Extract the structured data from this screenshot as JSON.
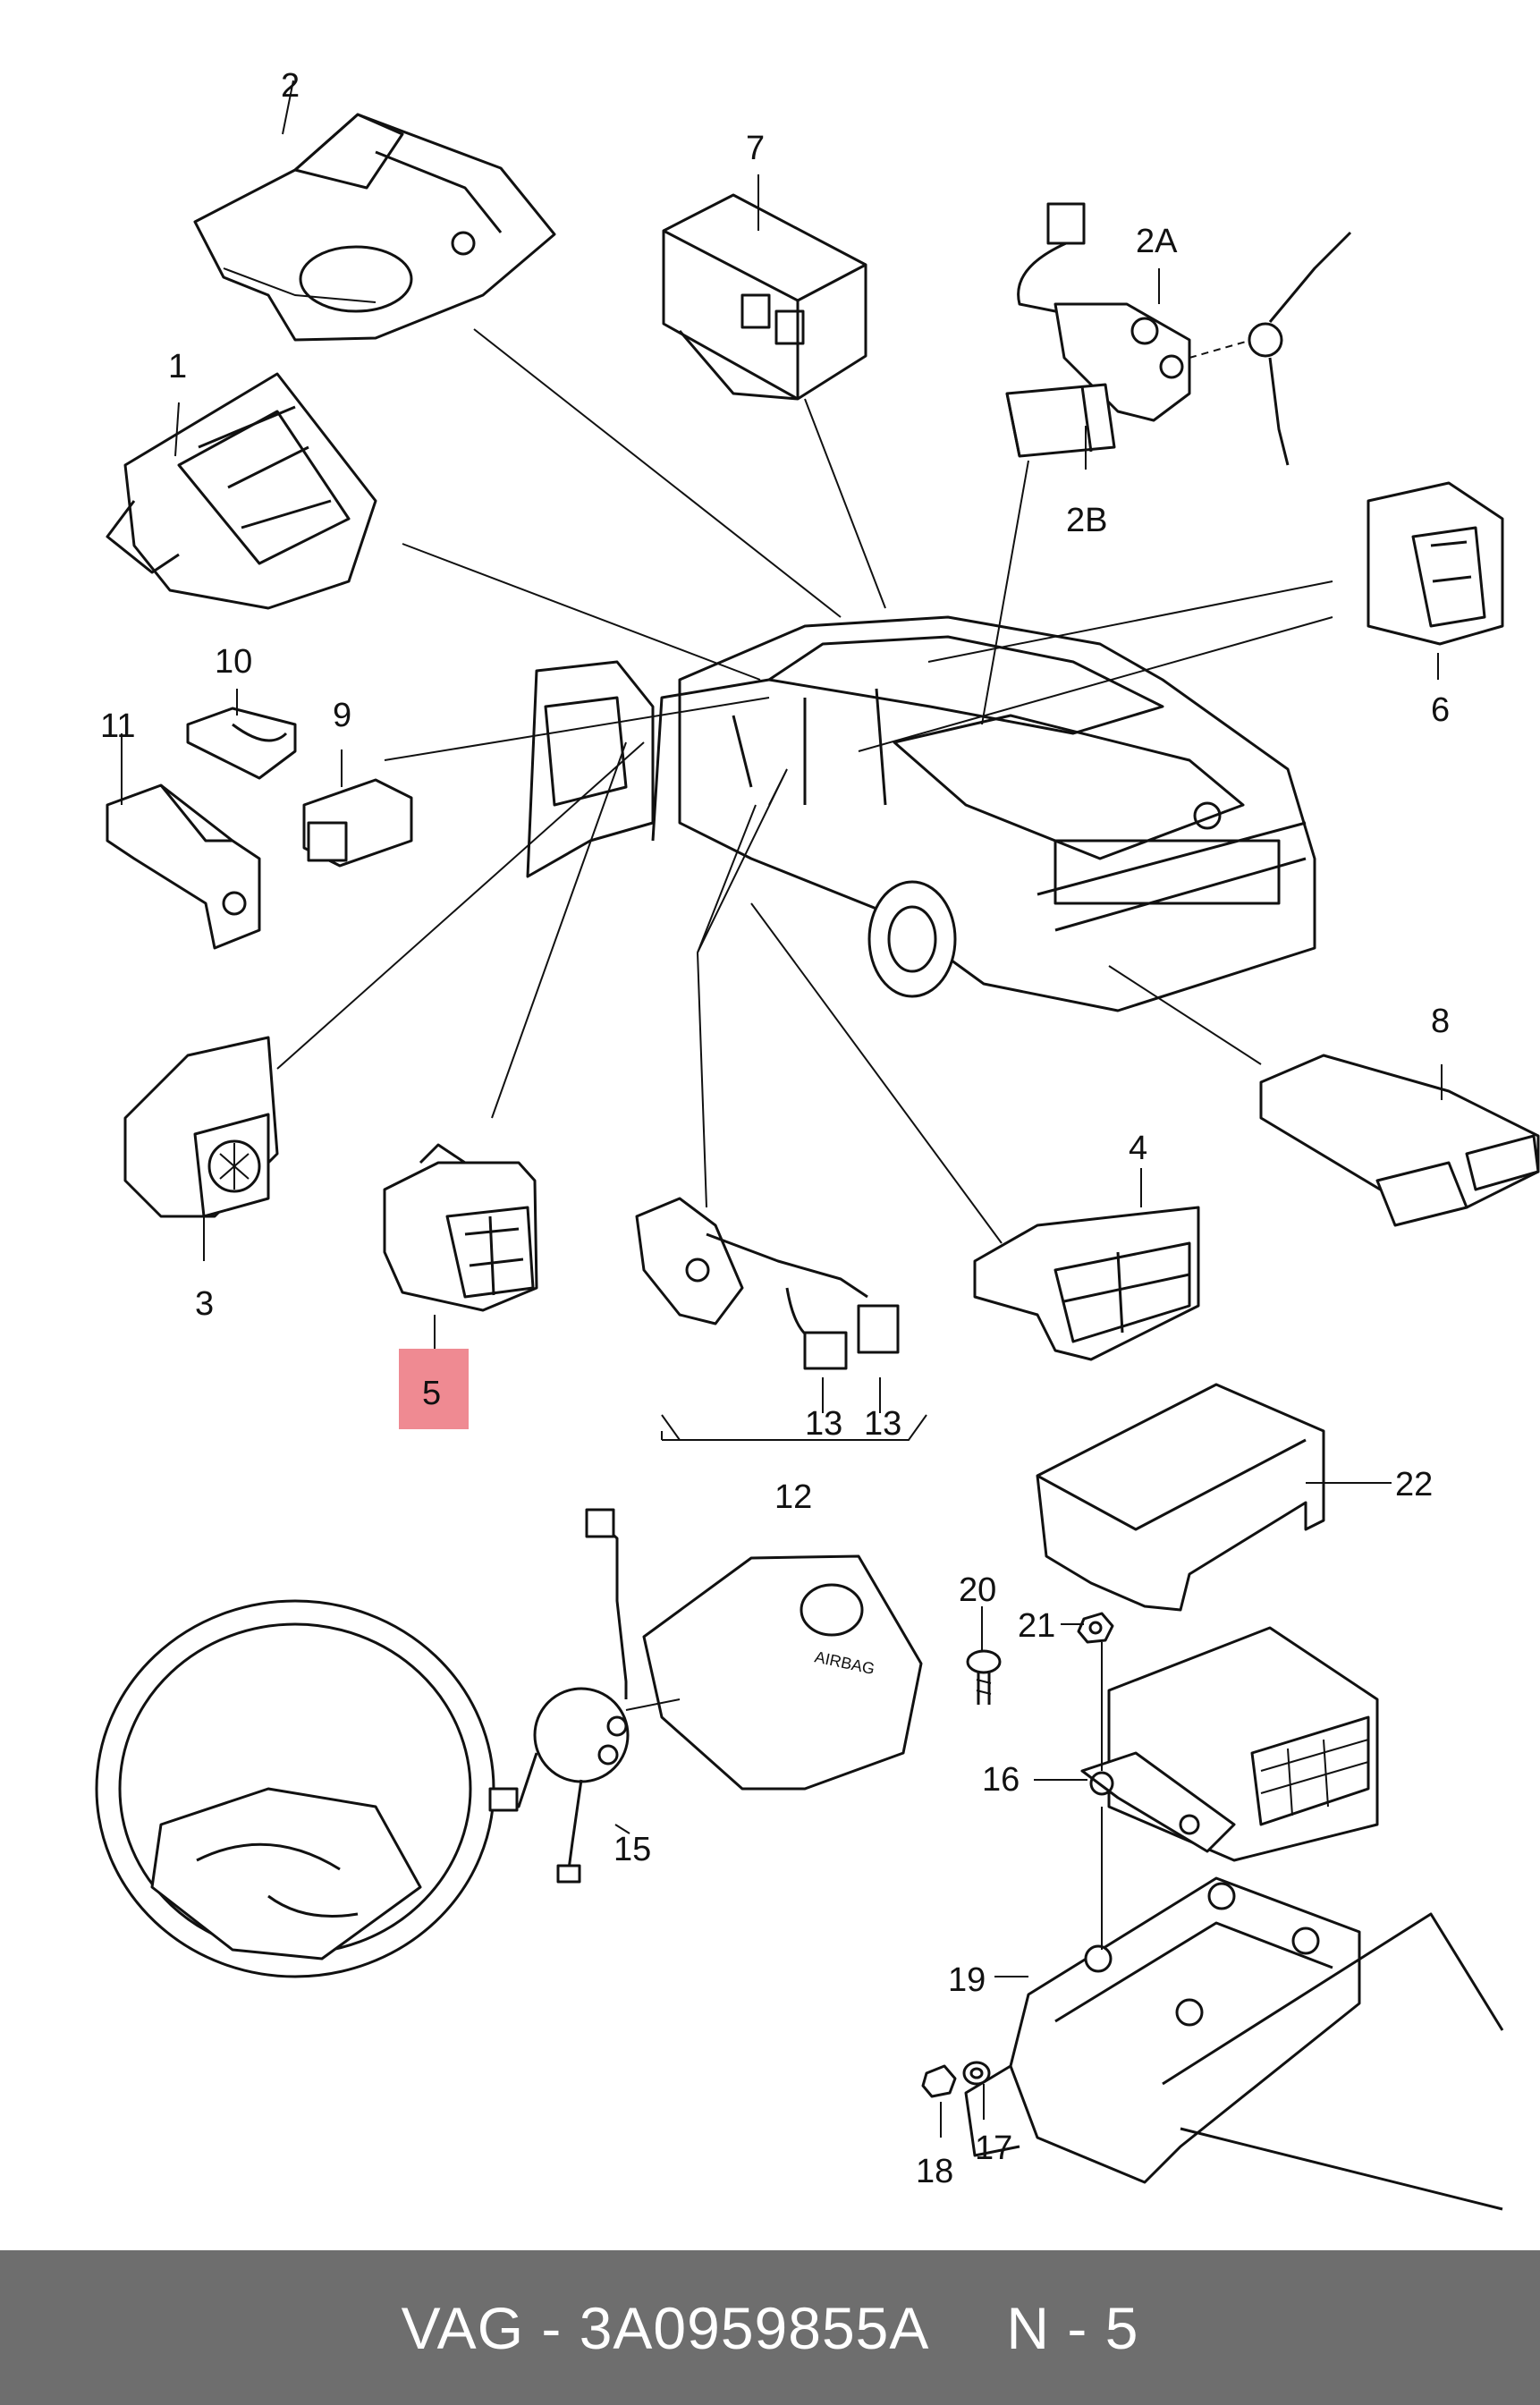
{
  "callouts": {
    "p1": "1",
    "p2": "2",
    "p2a": "2A",
    "p2b": "2B",
    "p3": "3",
    "p4": "4",
    "p5": "5",
    "p6": "6",
    "p7": "7",
    "p8": "8",
    "p9": "9",
    "p10": "10",
    "p11": "11",
    "p12": "12",
    "p13a": "13",
    "p13b": "13",
    "p15": "15",
    "p16": "16",
    "p17": "17",
    "p18": "18",
    "p19": "19",
    "p20": "20",
    "p21": "21",
    "p22": "22"
  },
  "highlight": {
    "callout": "5",
    "color": "#ef8a92"
  },
  "airbag_text": "AIRBAG",
  "footer": {
    "brand": "VAG",
    "separator": " - ",
    "part_number": "3A0959855A",
    "page_ref": "N - 5"
  }
}
